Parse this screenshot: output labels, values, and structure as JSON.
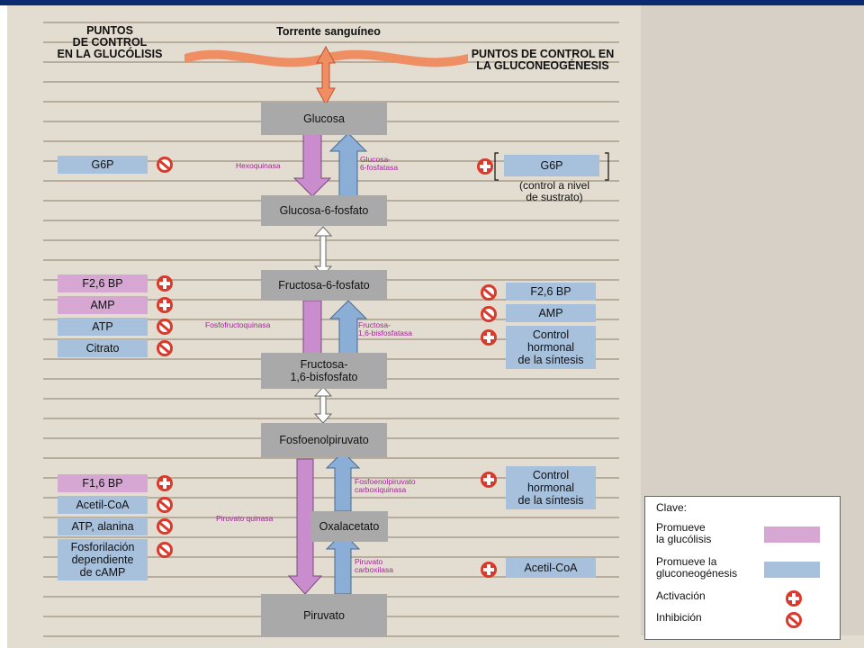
{
  "headings": {
    "left": "PUNTOS\nDE CONTROL\nEN LA GLUCÓLISIS",
    "right": "PUNTOS DE CONTROL EN\nLA GLUCONEOGÉNESIS"
  },
  "ribbon": {
    "label": "Torrente sanguíneo"
  },
  "metabolites": {
    "glucosa": "Glucosa",
    "g6p": "Glucosa-6-fosfato",
    "f6p": "Fructosa-6-fosfato",
    "f16bp": "Fructosa-\n1,6-bisfosfato",
    "pep": "Fosfoenolpiruvato",
    "oxalacetato": "Oxalacetato",
    "piruvato": "Piruvato"
  },
  "enzymes": {
    "hexoquinasa": "Hexoquinasa",
    "g6fosfatasa": "Glucosa-\n6-fosfatasa",
    "pfk": "Fosfofructoquinasa",
    "fbpasa": "Fructosa-\n1,6-bisfosfatasa",
    "pepck": "Fosfoenolpiruvato\ncarboxiquinasa",
    "pk": "Piruvato quinasa",
    "pc": "Piruvato\ncarboxilasa"
  },
  "left_regulators": {
    "g6p": "G6P",
    "f26bp": "F2,6 BP",
    "amp": "AMP",
    "atp": "ATP",
    "citrato": "Citrato",
    "f16bp": "F1,6 BP",
    "acetilcoa": "Acetil-CoA",
    "atp_alanina": "ATP, alanina",
    "fosforilacion": "Fosforilación\ndependiente\nde cAMP"
  },
  "right_regulators": {
    "g6p": "G6P",
    "g6p_note": "(control a nivel\nde sustrato)",
    "f26bp": "F2,6 BP",
    "amp": "AMP",
    "control1": "Control\nhormonal\nde la síntesis",
    "control2": "Control\nhormonal\nde la síntesis",
    "acetilcoa": "Acetil-CoA"
  },
  "key": {
    "title": "Clave:",
    "glucolisis": "Promueve\nla glucólisis",
    "gluconeogenesis": "Promueve la\ngluconeogénesis",
    "activacion": "Activación",
    "inhibicion": "Inhibición"
  },
  "colors": {
    "glycolysis": "#d6a7d3",
    "gluconeogenesis": "#a7c0dc",
    "activation": "#d93a2c",
    "inhibition": "#d93a2c"
  }
}
